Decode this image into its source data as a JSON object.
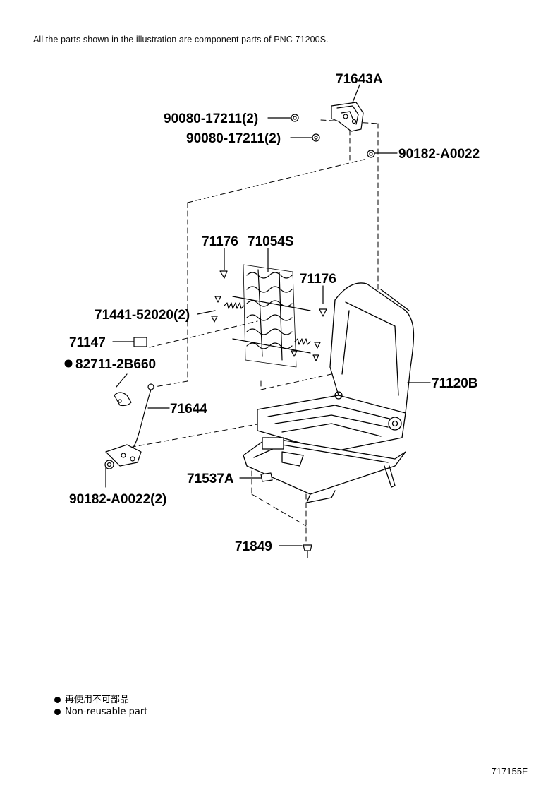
{
  "header_note": "All the parts shown in the illustration are component parts of PNC 71200S.",
  "parts": {
    "p71643A": "71643A",
    "p90080_a": "90080-17211(2)",
    "p90080_b": "90080-17211(2)",
    "p90182_top": "90182-A0022",
    "p71176_a": "71176",
    "p71054S": "71054S",
    "p71176_b": "71176",
    "p71441": "71441-52020(2)",
    "p71147": "71147",
    "p82711": "82711-2B660",
    "p71644": "71644",
    "p71120B": "71120B",
    "p71537A": "71537A",
    "p90182_bottom": "90182-A0022(2)",
    "p71849": "71849"
  },
  "legend": {
    "jp": "再使用不可部品",
    "en": "Non-reusable part"
  },
  "illustration_id": "717155F"
}
